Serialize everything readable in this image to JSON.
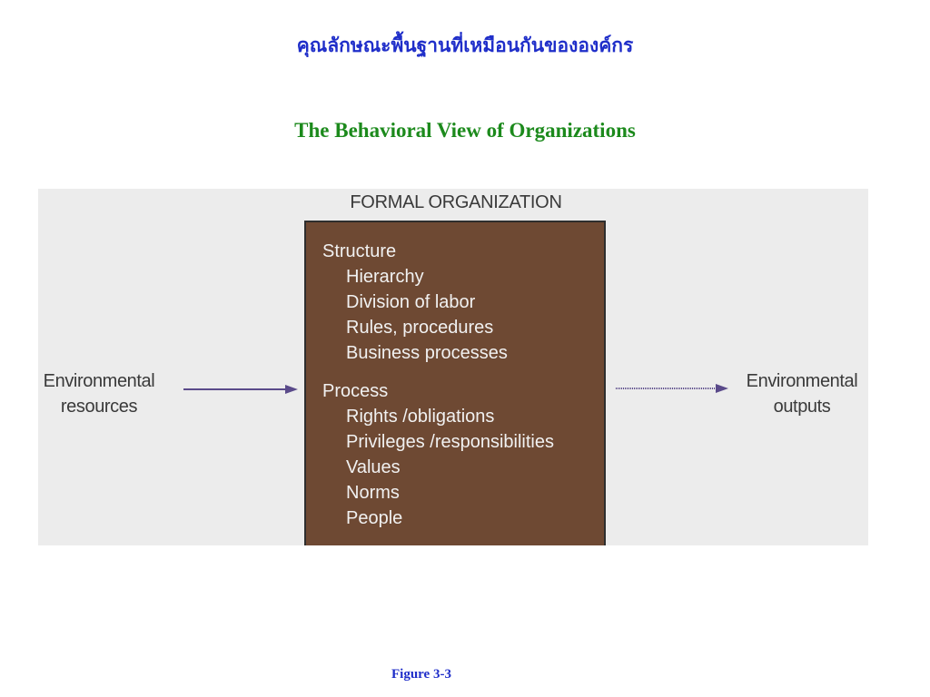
{
  "header": {
    "thai_title": "คุณลักษณะพื้นฐานที่เหมือนกันขององค์กร",
    "subtitle": "The Behavioral View of Organizations"
  },
  "diagram": {
    "box_title": "FORMAL ORGANIZATION",
    "groups": [
      {
        "label": "Structure",
        "items": [
          "Hierarchy",
          "Division of labor",
          "Rules, procedures",
          "Business processes"
        ]
      },
      {
        "label": "Process",
        "items": [
          "Rights /obligations",
          "Privileges /responsibilities",
          "Values",
          "Norms",
          "People"
        ]
      }
    ],
    "input_line1": "Environmental",
    "input_line2": "resources",
    "output_line1": "Environmental",
    "output_line2": "outputs",
    "colors": {
      "background": "#ececec",
      "box": "#6e4933",
      "arrow": "#5a4a8a",
      "title_thai": "#1f2ec9",
      "title_english": "#1c8a1c"
    }
  },
  "caption": "Figure 3-3"
}
